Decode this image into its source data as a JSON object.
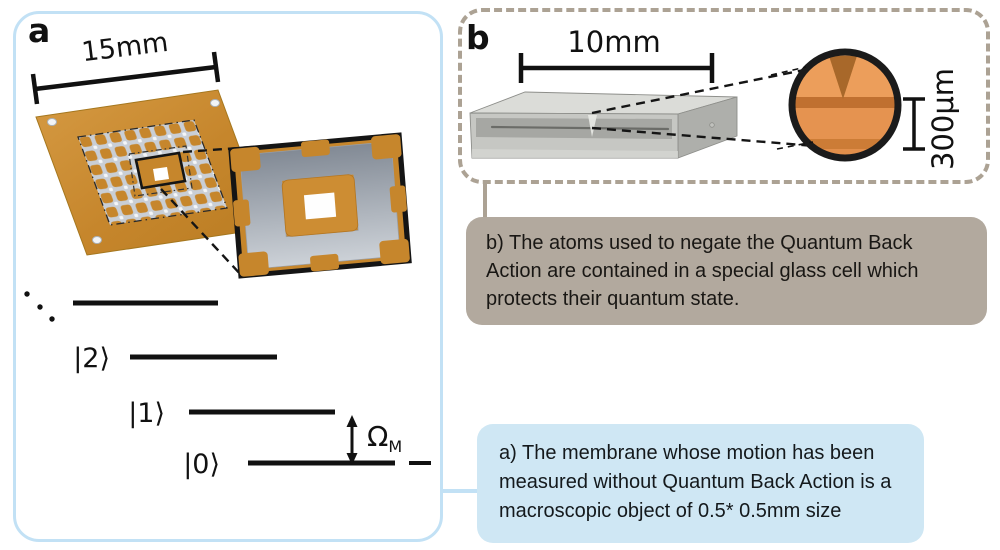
{
  "figure": {
    "panel_a": {
      "label": "a",
      "scale_label": "15mm",
      "levels": [
        {
          "label": "|0⟩"
        },
        {
          "label": "|1⟩"
        },
        {
          "label": "|2⟩"
        }
      ],
      "frequency_symbol": "Ω",
      "frequency_subscript": "M"
    },
    "panel_b": {
      "label": "b",
      "scale_label": "10mm",
      "inset_scale_label": "300μm"
    },
    "caption_a": {
      "lines": [
        "a) The membrane whose motion has been",
        "measured without Quantum Back Action is a",
        "macroscopic object of 0.5* 0.5mm size"
      ]
    },
    "caption_b": {
      "lines": [
        "b) The atoms used to negate the Quantum Back",
        "Action are contained in a special glass cell which",
        "protects their quantum state."
      ]
    },
    "colors": {
      "panel_a_border": "#c2e1f5",
      "panel_b_border": "#aca294",
      "caption_a_bg": "#cfe7f4",
      "caption_b_bg": "#b2a99e",
      "chip_gold": "#c6862c",
      "lens_orange": "#e59350"
    }
  }
}
